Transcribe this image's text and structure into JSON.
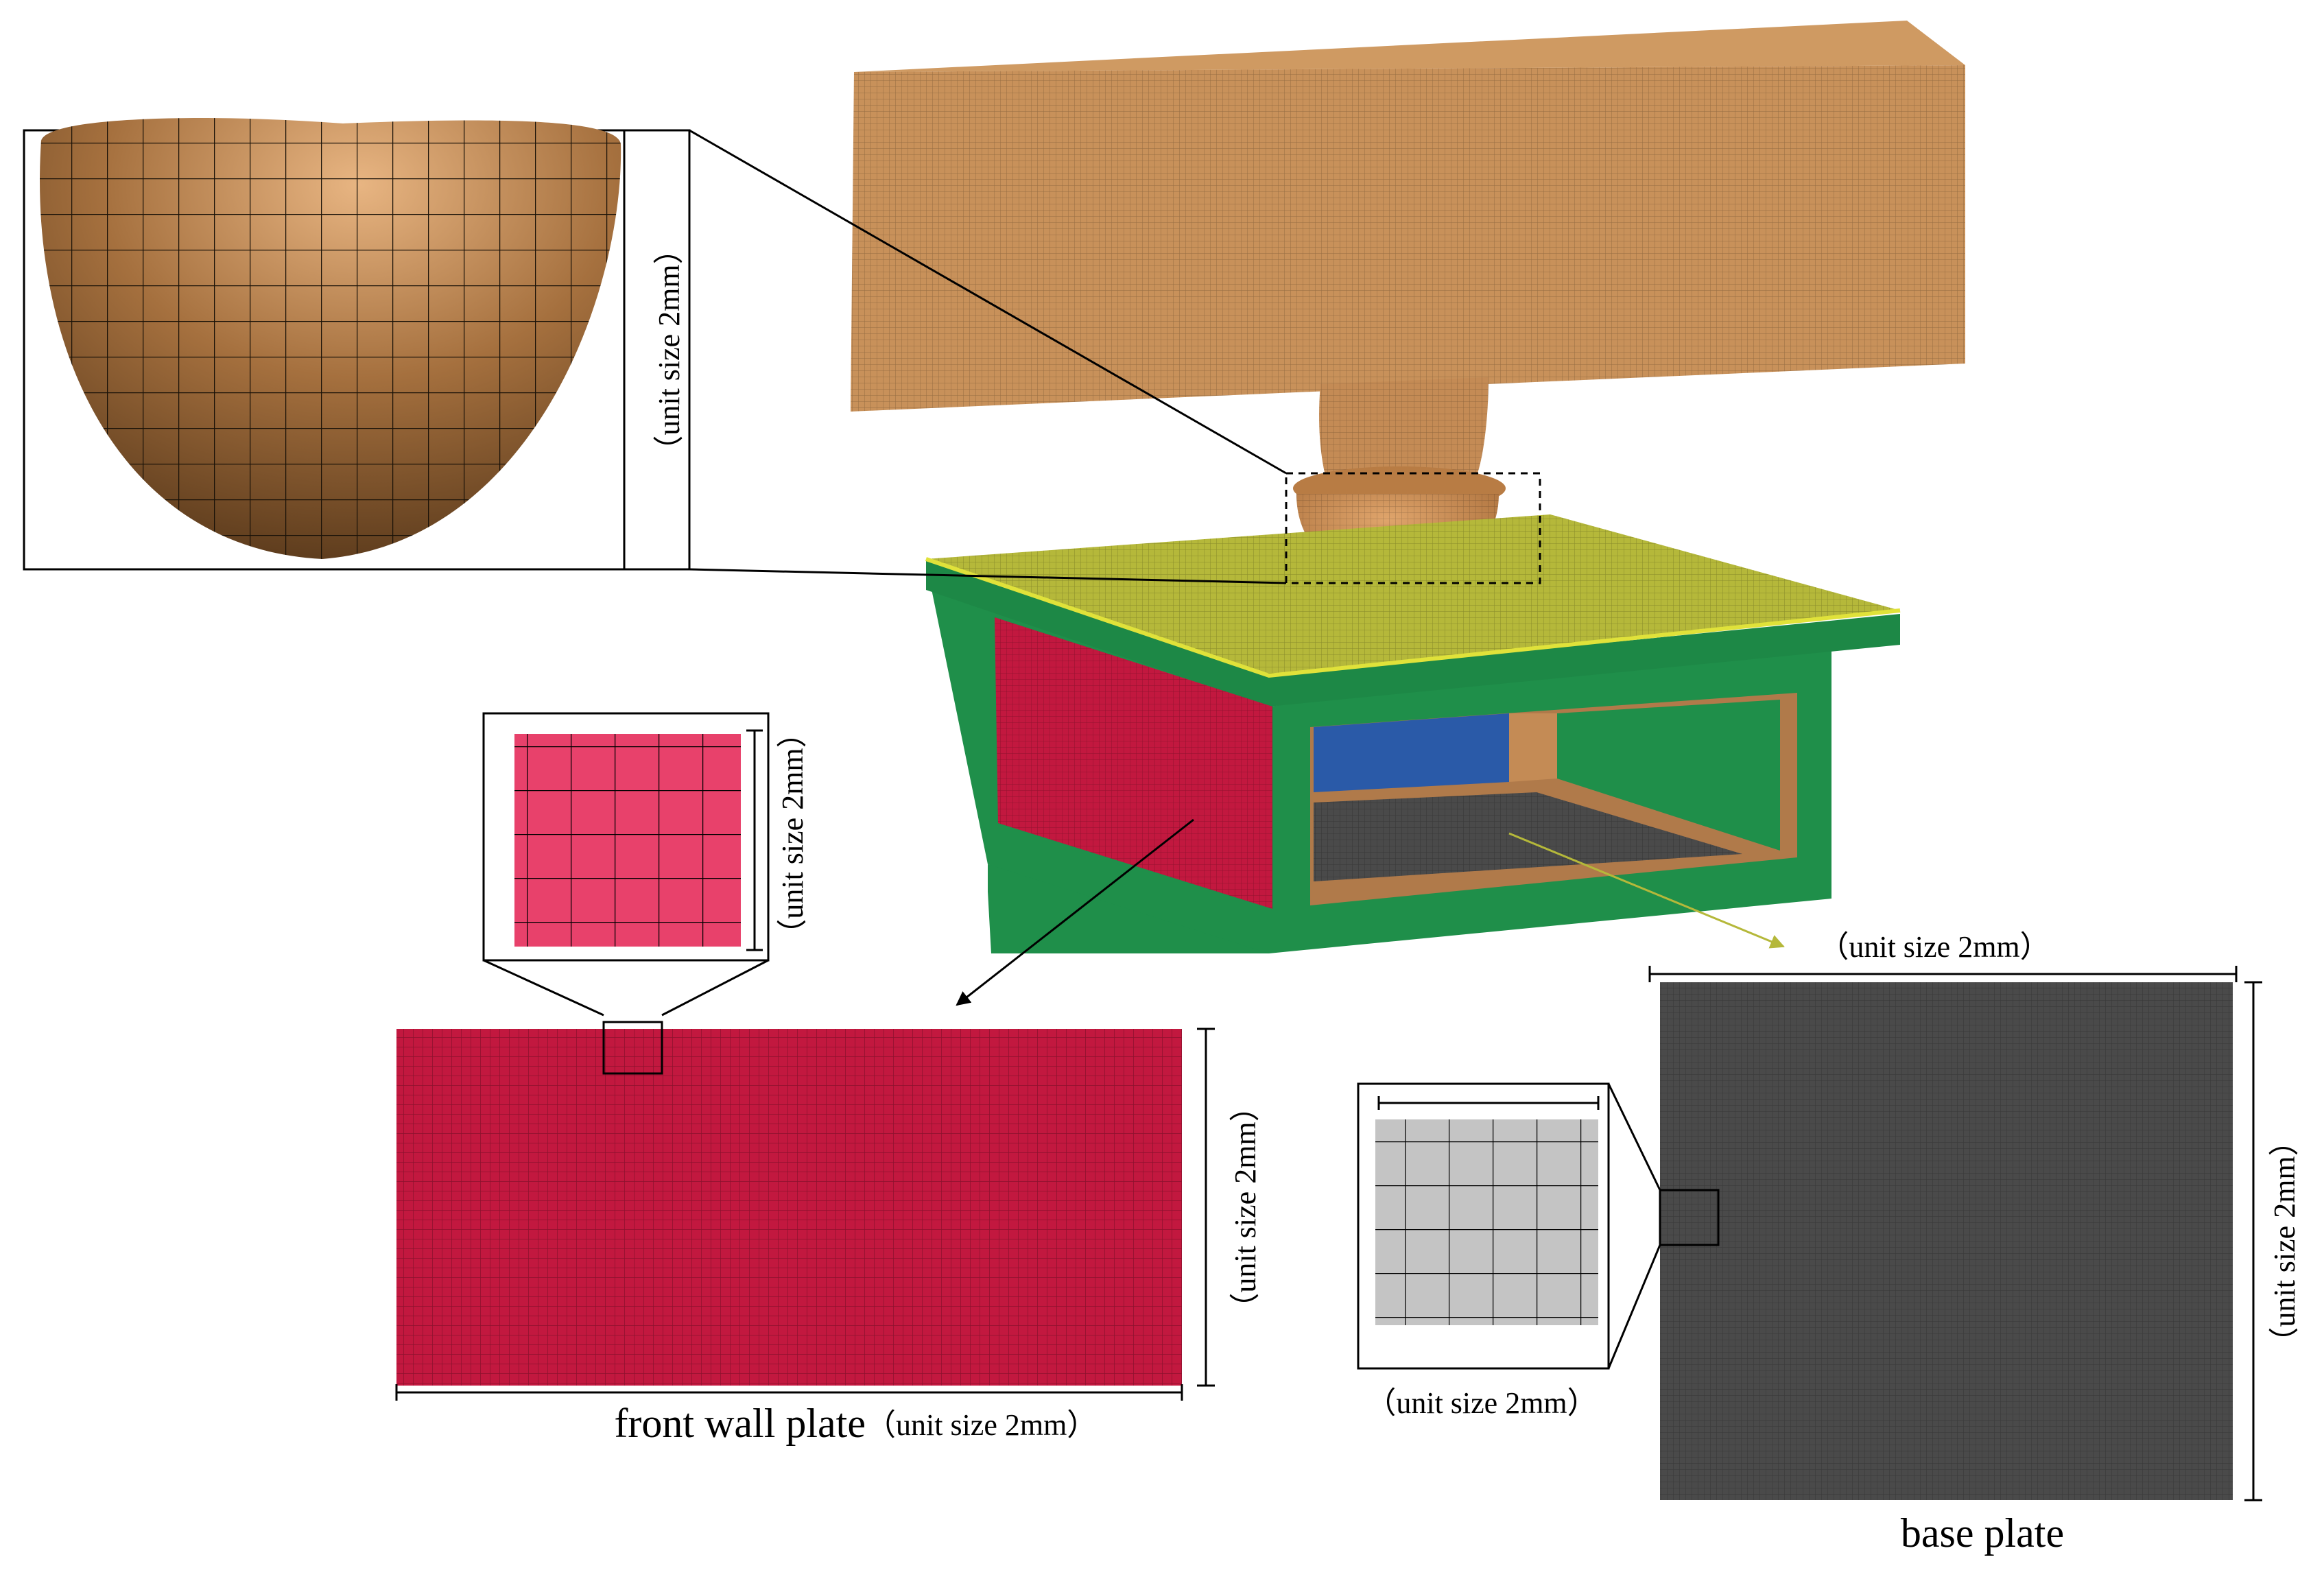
{
  "labels": {
    "head_detail_unit": "（unit size 2mm）",
    "front_zoom_unit": "（unit size 2mm）",
    "front_side_unit": "（unit size 2mm）",
    "front_wall_caption": "front wall plate",
    "front_wall_unit": "（unit size 2mm）",
    "base_top_unit": "（unit size 2mm）",
    "base_side_unit": "（unit size 2mm）",
    "base_zoom_unit": "（unit size 2mm）",
    "base_caption": "base plate"
  },
  "colors": {
    "impactor": "#c8915a",
    "hemisphere": "#9c6a3c",
    "top_plate": "#b5b83a",
    "frame": "#1f8f4a",
    "front_wall": "#c2183f",
    "front_zoom": "#e8416b",
    "back_wall": "#2a5aa8",
    "inner_frame": "#b07a4a",
    "base": "#4a4a4a",
    "base_zoom": "#c4c4c4"
  }
}
